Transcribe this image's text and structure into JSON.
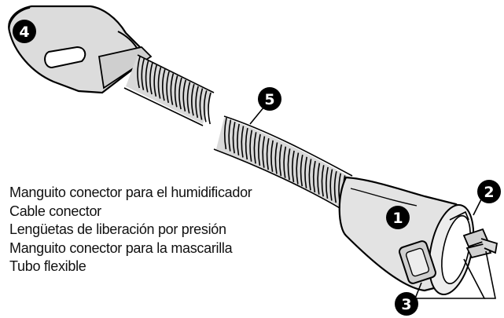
{
  "legend": {
    "items": [
      "Manguito conector para el humidificador",
      "Cable conector",
      "Lengüetas de liberación por presión",
      "Manguito conector para la mascarilla",
      "Tubo flexible"
    ]
  },
  "callouts": {
    "humidifier_cuff": "4",
    "tube": "5",
    "mask_cuff": "1",
    "cable": "2",
    "release_tabs": "3"
  }
}
